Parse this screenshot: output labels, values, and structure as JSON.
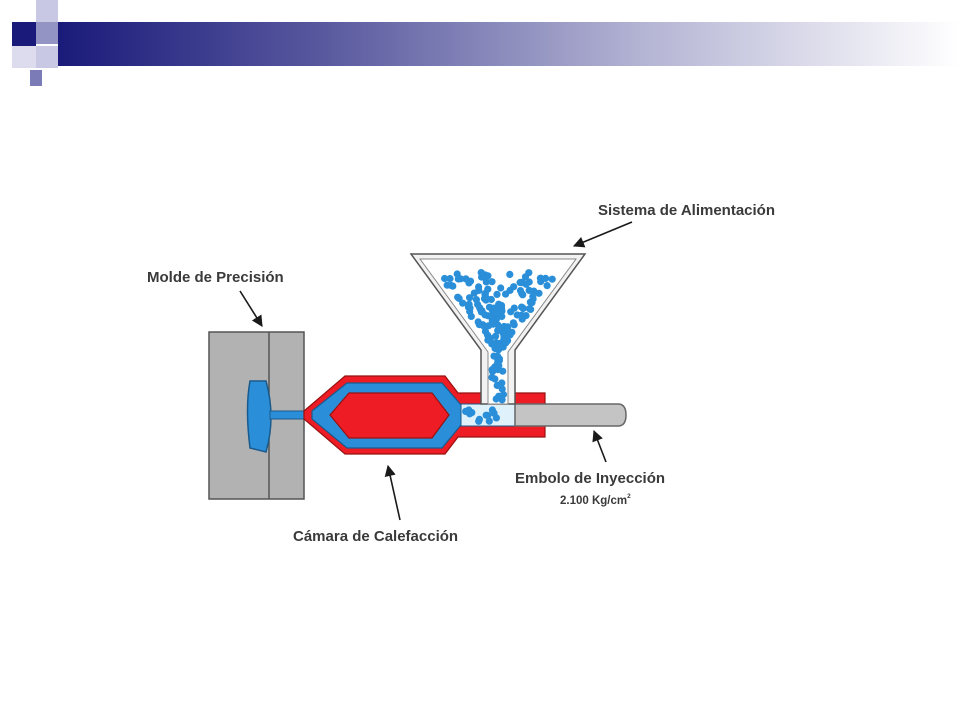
{
  "slide": {
    "accent_colors": {
      "dark": "#1a1a7a",
      "mid": "#7b7bb8",
      "light": "#c8c8e4"
    }
  },
  "diagram": {
    "labels": {
      "feed_system": "Sistema de Alimentación",
      "precision_mold": "Molde de Precisión",
      "heating_chamber": "Cámara de Calefacción",
      "injection_plunger": "Embolo de Inyección",
      "pressure": "2.100 Kg/cm",
      "pressure_exponent": "2"
    },
    "colors": {
      "mold": "#b2b2b2",
      "chamber": "#ee1c24",
      "molten_plastic": "#2a8fd8",
      "pellets": "#2a8fd8",
      "plunger": "#c4c4c4"
    }
  }
}
